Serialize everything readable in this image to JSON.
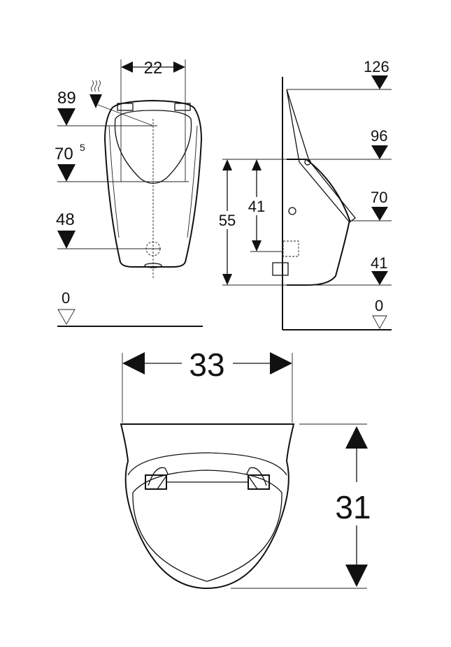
{
  "front_view": {
    "width_label": "22",
    "height_89": "89",
    "height_70": "70",
    "height_70_sup": "5",
    "height_48": "48",
    "floor_label": "0",
    "icon": "odor-extraction-icon"
  },
  "side_view": {
    "dim_55": "55",
    "dim_41_inner": "41",
    "height_126": "126",
    "height_96": "96",
    "height_70": "70",
    "height_41": "41",
    "floor_label": "0"
  },
  "top_view": {
    "width_label": "33",
    "depth_label": "31"
  }
}
